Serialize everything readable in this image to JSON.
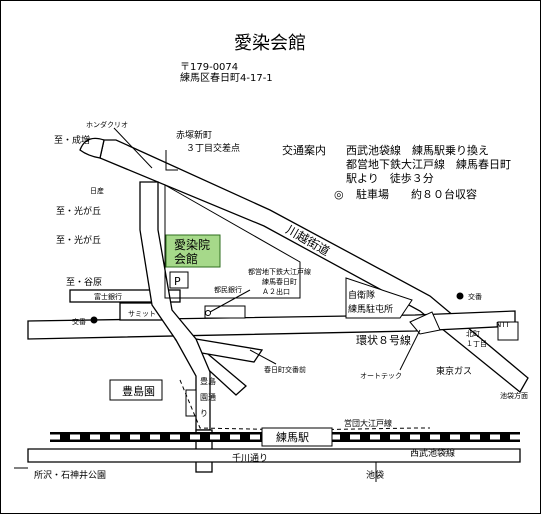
{
  "header": {
    "title": "愛染会館",
    "postal": "〒179-0074",
    "address": "練馬区春日町4-17-1"
  },
  "access": {
    "label": "交通案内",
    "line1": "西武池袋線　練馬駅乗り換え",
    "line2": "都営地下鉄大江戸線　練馬春日町",
    "line3": "駅より　徒歩３分",
    "parking_symbol": "◎",
    "parking": "駐車場　　約８０台収容"
  },
  "map_labels": {
    "honda_creo": "ホンダクリオ",
    "akatsuka_shinmachi": "赤塚新町",
    "chome3_crossing": "３丁目交差点",
    "to_narimasu": "至・成増",
    "to_hikarigaoka_1": "至・光が丘",
    "to_hikarigaoka_2": "至・光が丘",
    "to_yahara": "至・谷原",
    "nissan": "日産",
    "fuji_bank": "富士銀行",
    "koban_left": "交番",
    "summit": "サミット",
    "venue": "愛染院\n会館",
    "parking_p": "P",
    "subway_line": "都営地下鉄大江戸線",
    "subway_station": "練馬春日町",
    "subway_exit": "Ａ２出口",
    "tomin_bank": "都民銀行",
    "kawagoe_road": "川越街道",
    "sdf_1": "自衛隊",
    "sdf_2": "練馬駐屯所",
    "ring8": "環状８号線",
    "koban_right": "交番",
    "ntt": "NTT",
    "kitamachi_1": "北町",
    "kitamachi_2": "１丁目",
    "kasugacho_koban": "春日町交番前",
    "autotech": "オートテック",
    "tokyo_gas": "東京ガス",
    "toshimaen": "豊島園",
    "toshimaen_dori_1": "豊島",
    "toshimaen_dori_2": "園通",
    "toshimaen_dori_3": "り",
    "ikebukuro_dir": "池袋方面",
    "eidan_oedo": "営団大江戸線",
    "nerima_station": "練馬駅",
    "seibu_line": "西武池袋線",
    "senkawa": "千川通り",
    "tokorozawa": "所沢・石神井公園",
    "ikebukuro": "池袋"
  }
}
